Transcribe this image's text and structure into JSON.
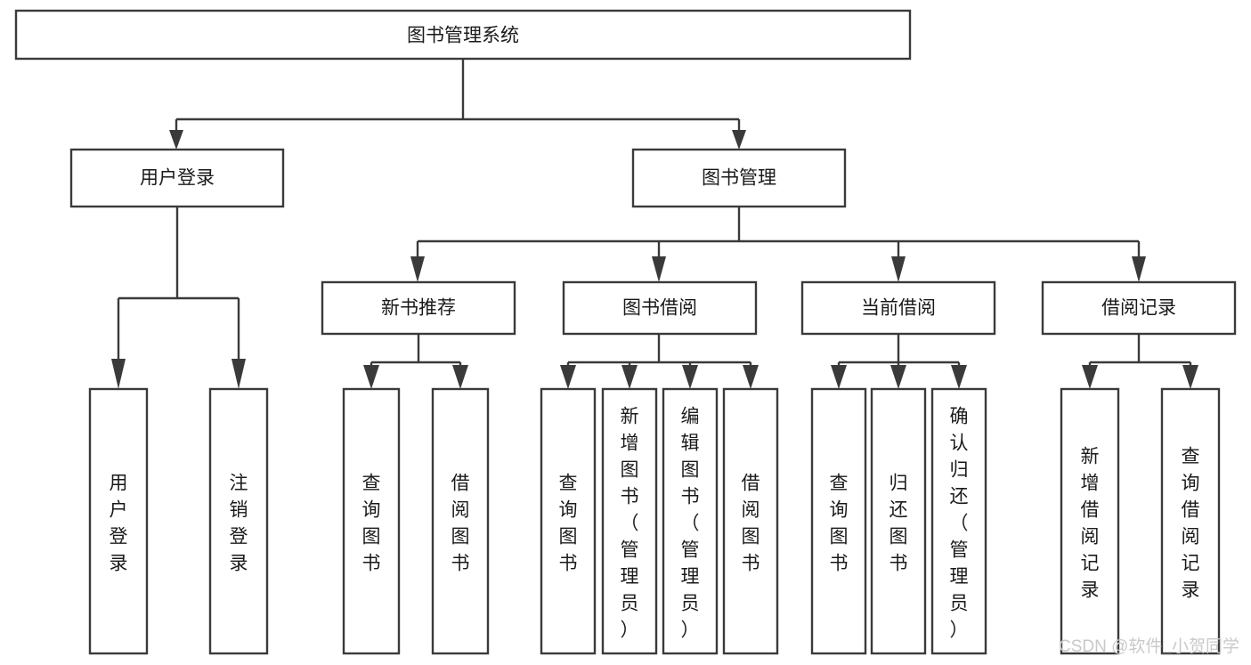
{
  "diagram": {
    "type": "tree-hierarchy-chart",
    "title": "图书管理系统",
    "orientation": "top-down",
    "watermark": "CSDN @软件_小贺同学",
    "colors": {
      "stroke": "#3a3a3a",
      "fill": "#ffffff",
      "text": "#1a1a1a",
      "watermark": "#c9c9c9",
      "background": "#ffffff"
    },
    "levels": {
      "root": {
        "label": "图书管理系统"
      },
      "level2": [
        {
          "label": "用户登录"
        },
        {
          "label": "图书管理"
        }
      ],
      "level3": [
        {
          "label": "新书推荐"
        },
        {
          "label": "图书借阅"
        },
        {
          "label": "当前借阅"
        },
        {
          "label": "借阅记录"
        }
      ],
      "leaves": {
        "user_login": [
          {
            "label": "用户登录"
          },
          {
            "label": "注销登录"
          }
        ],
        "new_book_recommend": [
          {
            "label": "查询图书"
          },
          {
            "label": "借阅图书"
          }
        ],
        "book_borrow": [
          {
            "label": "查询图书"
          },
          {
            "label": "新增图书（管理员）"
          },
          {
            "label": "编辑图书（管理员）"
          },
          {
            "label": "借阅图书"
          }
        ],
        "current_borrow": [
          {
            "label": "查询图书"
          },
          {
            "label": "归还图书"
          },
          {
            "label": "确认归还（管理员）"
          }
        ],
        "borrow_record": [
          {
            "label": "新增借阅记录"
          },
          {
            "label": "查询借阅记录"
          }
        ]
      }
    }
  }
}
